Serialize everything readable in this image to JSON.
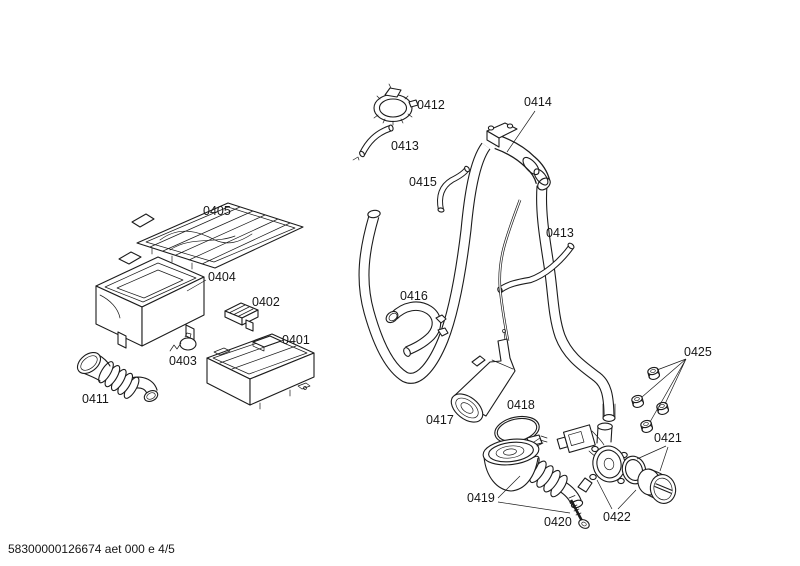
{
  "colors": {
    "background": "#ffffff",
    "line": "#1c1c1c",
    "text": "#161616"
  },
  "footer": {
    "text": "58300000126674 aet 000 e 4/5"
  },
  "diagram": {
    "labels": [
      {
        "text": "0405"
      },
      {
        "text": "0404"
      },
      {
        "text": "0402"
      },
      {
        "text": "0401"
      },
      {
        "text": "0403"
      },
      {
        "text": "0411"
      },
      {
        "text": "0412"
      },
      {
        "text": "0413"
      },
      {
        "text": "0414"
      },
      {
        "text": "0415"
      },
      {
        "text": "0413"
      },
      {
        "text": "0416"
      },
      {
        "text": "0417"
      },
      {
        "text": "0418"
      },
      {
        "text": "0419"
      },
      {
        "text": "0420"
      },
      {
        "text": "0422"
      },
      {
        "text": "0421"
      },
      {
        "text": "0425"
      }
    ]
  }
}
